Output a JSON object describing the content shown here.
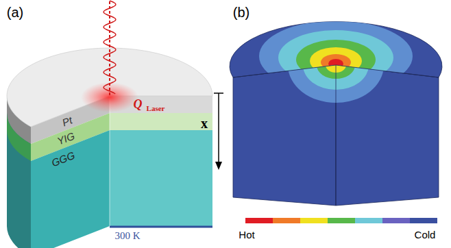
{
  "diagram": {
    "labels": [
      "(a)",
      "(b)",
      "Pt",
      "YIG",
      "GGG",
      "Q",
      "Laser",
      "x",
      "300 K",
      "Hot",
      "Cold"
    ]
  }
}
